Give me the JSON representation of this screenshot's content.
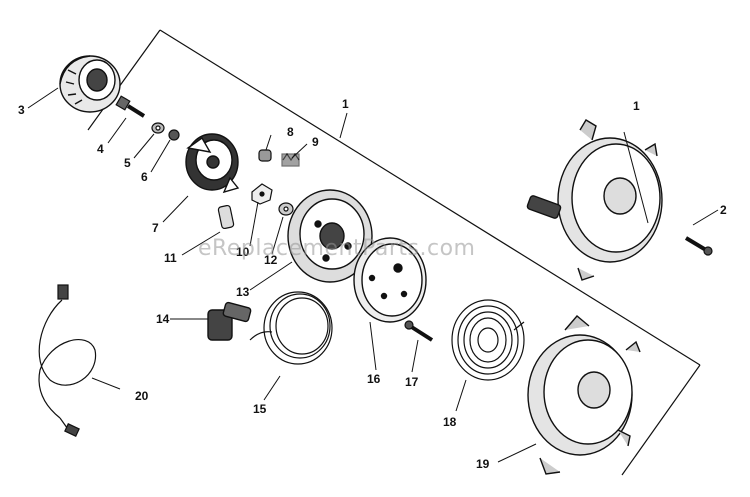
{
  "diagram": {
    "type": "exploded-parts-diagram",
    "callouts": {
      "c1_frame": "1",
      "c1_housing": "1",
      "c2": "2",
      "c3": "3",
      "c4": "4",
      "c5": "5",
      "c6": "6",
      "c7": "7",
      "c8": "8",
      "c9": "9",
      "c10": "10",
      "c11": "11",
      "c12": "12",
      "c13": "13",
      "c14": "14",
      "c15": "15",
      "c16": "16",
      "c17": "17",
      "c18": "18",
      "c19": "19",
      "c20": "20"
    },
    "watermark": "eReplacementParts.com",
    "colors": {
      "ink": "#111111",
      "paper": "#ffffff",
      "watermark": "#969696"
    }
  }
}
